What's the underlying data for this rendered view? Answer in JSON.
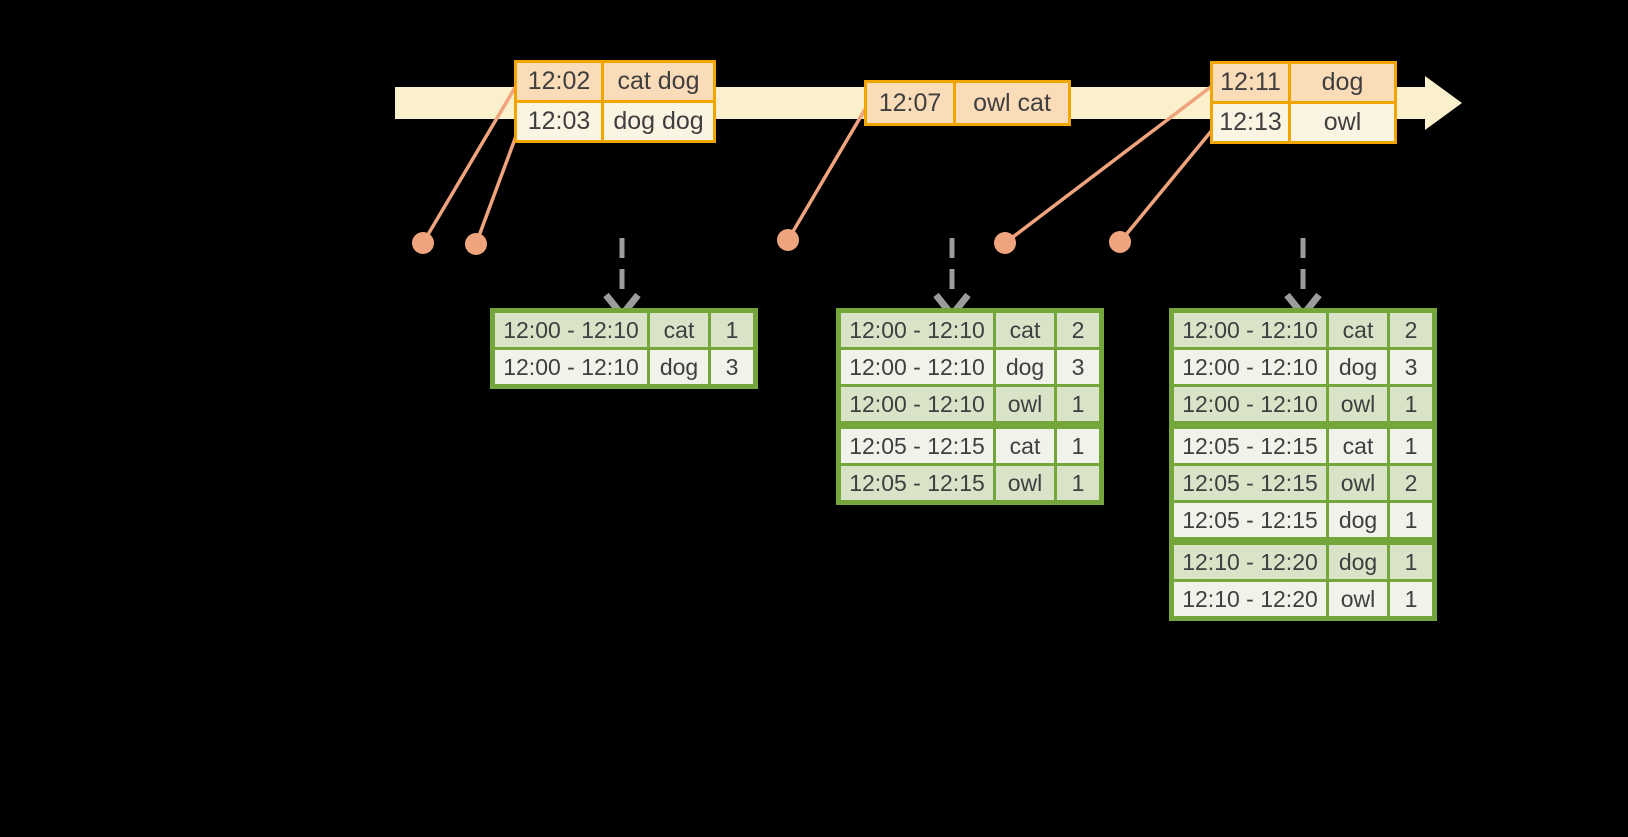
{
  "colors": {
    "bg": "#000000",
    "timeline_fill": "#FAF0CB",
    "gold": "#F0A500",
    "peach": "#FADCB8",
    "cream": "#FCF4E2",
    "green": "#74A63C",
    "row_dark": "#D8E3C8",
    "row_light": "#EFF3EA",
    "salmon": "#EFA47E",
    "arrow_gray": "#9C9C9C",
    "text": "#3F3F3F"
  },
  "event_tables": [
    {
      "rows": [
        {
          "time": "12:02",
          "words": "cat dog"
        },
        {
          "time": "12:03",
          "words": "dog dog"
        }
      ]
    },
    {
      "rows": [
        {
          "time": "12:07",
          "words": "owl cat"
        }
      ]
    },
    {
      "rows": [
        {
          "time": "12:11",
          "words": "dog"
        },
        {
          "time": "12:13",
          "words": "owl"
        }
      ]
    }
  ],
  "result_tables": [
    {
      "rows": [
        [
          "12:00 - 12:10",
          "cat",
          "1"
        ],
        [
          "12:00 - 12:10",
          "dog",
          "3"
        ]
      ]
    },
    {
      "rows": [
        [
          "12:00 - 12:10",
          "cat",
          "2"
        ],
        [
          "12:00 - 12:10",
          "dog",
          "3"
        ],
        [
          "12:00 - 12:10",
          "owl",
          "1"
        ],
        [
          "12:05 - 12:15",
          "cat",
          "1"
        ],
        [
          "12:05 - 12:15",
          "owl",
          "1"
        ]
      ]
    },
    {
      "rows": [
        [
          "12:00 - 12:10",
          "cat",
          "2"
        ],
        [
          "12:00 - 12:10",
          "dog",
          "3"
        ],
        [
          "12:00 - 12:10",
          "owl",
          "1"
        ],
        [
          "12:05 - 12:15",
          "cat",
          "1"
        ],
        [
          "12:05 - 12:15",
          "owl",
          "2"
        ],
        [
          "12:05 - 12:15",
          "dog",
          "1"
        ],
        [
          "12:10 - 12:20",
          "dog",
          "1"
        ],
        [
          "12:10 - 12:20",
          "owl",
          "1"
        ]
      ]
    }
  ]
}
